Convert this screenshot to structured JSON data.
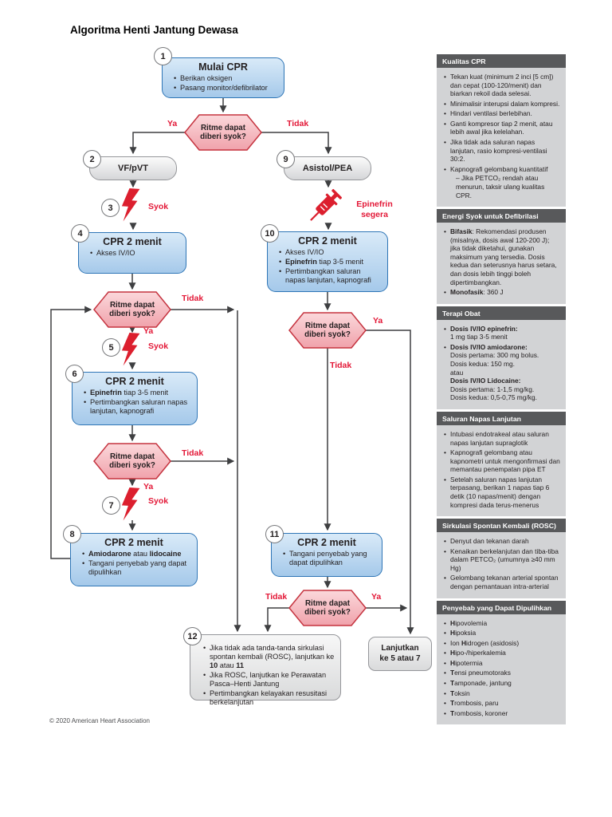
{
  "page": {
    "title": "Algoritma Henti Jantung Dewasa",
    "copyright": "© 2020 American Heart Association"
  },
  "labels": {
    "decision": "Ritme dapat\ndiberi syok?",
    "ya": "Ya",
    "tidak": "Tidak",
    "syok": "Syok",
    "epinefrin": "Epinefrin\nsegera",
    "goto": "Lanjutkan\nke 5 atau 7"
  },
  "nodes": {
    "step1": {
      "num": "1",
      "title": "Mulai CPR",
      "bullets": [
        "Berikan oksigen",
        "Pasang monitor/defibrilator"
      ]
    },
    "step2": {
      "num": "2",
      "label": "VF/pVT"
    },
    "step3": {
      "num": "3"
    },
    "step4": {
      "num": "4",
      "title": "CPR 2 menit",
      "bullets": [
        "Akses IV/IO"
      ]
    },
    "step5": {
      "num": "5"
    },
    "step6": {
      "num": "6",
      "title": "CPR 2 menit",
      "bullets": [
        "**Epinefrin** tiap 3-5 menit",
        "Pertimbangkan saluran napas lanjutan, kapnografi"
      ]
    },
    "step7": {
      "num": "7"
    },
    "step8": {
      "num": "8",
      "title": "CPR 2 menit",
      "bullets": [
        "**Amiodarone** atau **lidocaine**",
        "Tangani penyebab yang dapat dipulihkan"
      ]
    },
    "step9": {
      "num": "9",
      "label": "Asistol/PEA"
    },
    "step10": {
      "num": "10",
      "title": "CPR 2 menit",
      "bullets": [
        "Akses IV/IO",
        "**Epinefrin** tiap 3-5 menit",
        "Pertimbangkan saluran napas lanjutan, kapnografi"
      ]
    },
    "step11": {
      "num": "11",
      "title": "CPR 2 menit",
      "bullets": [
        "Tangani penyebab yang dapat dipulihkan"
      ]
    },
    "step12": {
      "num": "12",
      "bullets": [
        "Jika tidak ada tanda-tanda sirkulasi spontan kembali (ROSC), lanjutkan ke **10** atau **11**",
        "Jika ROSC, lanjutkan ke Perawatan Pasca–Henti Jantung",
        "Pertimbangkan kelayakan resusitasi berkelanjutan"
      ]
    }
  },
  "sidebar": {
    "sections": [
      {
        "title": "Kualitas CPR",
        "items": [
          "Tekan kuat (minimum 2 inci [5 cm]) dan cepat (100-120/menit) dan biarkan rekoil dada selesai.",
          "Minimalisir interupsi dalam kompresi.",
          "Hindari ventilasi berlebihan.",
          "Ganti kompresor tiap 2 menit, atau lebih awal jika kelelahan.",
          "Jika tidak ada saluran napas lanjutan, rasio kompresi-ventilasi 30:2.",
          "Kapnografi gelombang kuantitatif",
          "–  Jika PETCO₂ rendah atau menurun, taksir ulang kualitas CPR."
        ]
      },
      {
        "title": "Energi Syok untuk Defibrilasi",
        "items": [
          "**Bifasik**: Rekomendasi produsen (misalnya, dosis awal 120-200 J); jika tidak diketahui, gunakan maksimum yang tersedia. Dosis kedua dan seterusnya harus setara, dan dosis lebih tinggi boleh dipertimbangkan.",
          "**Monofasik**: 360 J"
        ]
      },
      {
        "title": "Terapi Obat",
        "items": [
          "**Dosis IV/IO epinefrin:**\n1 mg tiap 3-5 menit",
          "**Dosis IV/IO amiodarone:**\nDosis pertama: 300 mg bolus.\nDosis kedua: 150 mg.\natau\n**Dosis IV/IO Lidocaine:**\nDosis pertama: 1-1,5 mg/kg.\nDosis kedua: 0,5-0,75 mg/kg."
        ]
      },
      {
        "title": "Saluran Napas Lanjutan",
        "items": [
          "Intubasi endotrakeal atau saluran napas lanjutan supraglotik",
          "Kapnografi gelombang atau kapnometri untuk mengonfirmasi dan memantau penempatan pipa ET",
          "Setelah saluran napas lanjutan terpasang, berikan 1 napas tiap 6 detik (10 napas/menit) dengan kompresi dada terus-menerus"
        ]
      },
      {
        "title": "Sirkulasi Spontan Kembali (ROSC)",
        "items": [
          "Denyut dan tekanan darah",
          "Kenaikan berkelanjutan dan tiba-tiba dalam PETCO₂ (umumnya ≥40 mm Hg)",
          "Gelombang tekanan arterial spontan dengan pemantauan intra-arterial"
        ]
      },
      {
        "title": "Penyebab yang Dapat Dipulihkan",
        "items": [
          "**H**ipovolemia",
          "**H**ipoksia",
          "Ion **H**idrogen (asidosis)",
          "**H**ipo-/hiperkalemia",
          "**H**ipotermia",
          "**T**ensi pneumotoraks",
          "**T**amponade, jantung",
          "**T**oksin",
          "**T**rombosis, paru",
          "**T**rombosis, koroner"
        ]
      }
    ]
  },
  "colors": {
    "red": "#E31837",
    "blue_border": "#2E75B6",
    "pink_border": "#C5333F",
    "header_gray": "#58595B"
  }
}
